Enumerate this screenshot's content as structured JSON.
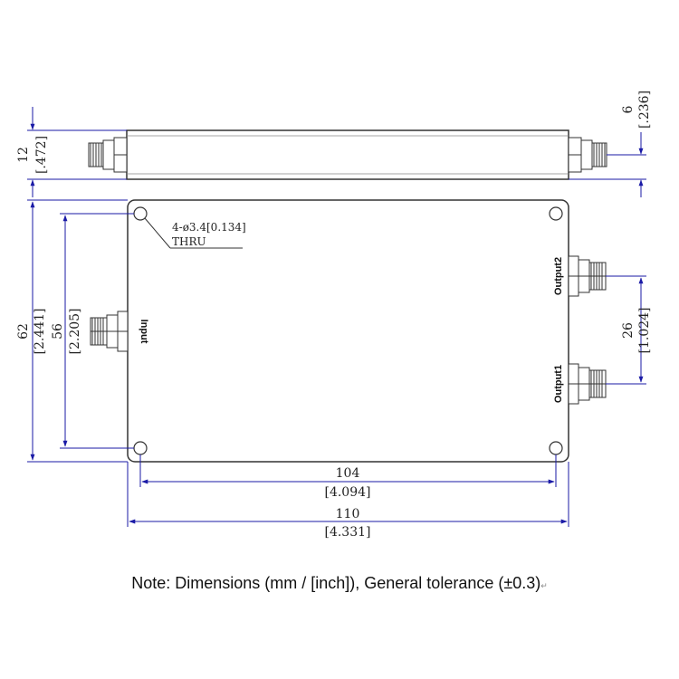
{
  "side_view": {
    "height_mm": "12",
    "height_in": "[.472]",
    "connector_mm": "6",
    "connector_in": "[.236]"
  },
  "top_view": {
    "mounting_holes_label": "4-ø3.4[0.134]",
    "mounting_holes_note": "THRU",
    "ports": {
      "input": "Input",
      "output1": "Output1",
      "output2": "Output2"
    },
    "dims": {
      "overall_height_mm": "62",
      "overall_height_in": "[2.441]",
      "hole_spacing_v_mm": "56",
      "hole_spacing_v_in": "[2.205]",
      "output_spacing_mm": "26",
      "output_spacing_in": "[1.024]",
      "hole_spacing_h_mm": "104",
      "hole_spacing_h_in": "[4.094]",
      "overall_width_mm": "110",
      "overall_width_in": "[4.331]"
    }
  },
  "note": "Note: Dimensions (mm / [inch]), General tolerance (±0.3)",
  "colors": {
    "dimension_line": "#1a1aa6",
    "outline": "#333333"
  }
}
